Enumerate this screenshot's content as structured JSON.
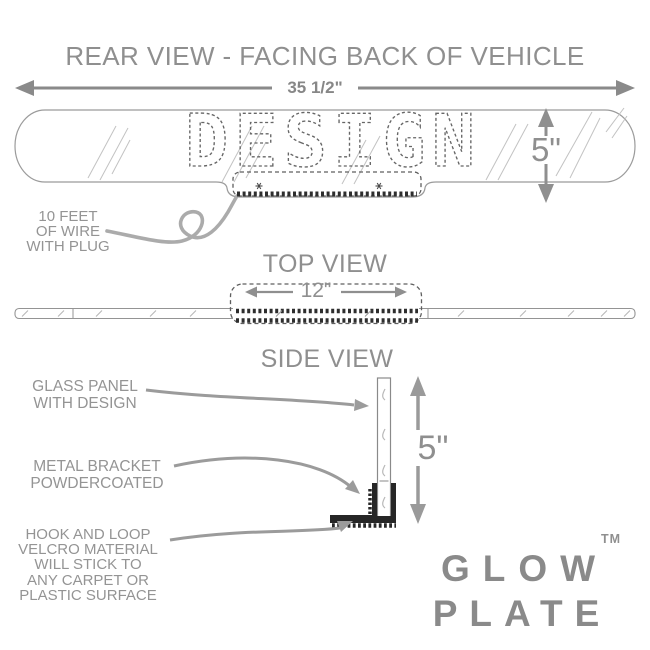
{
  "colors": {
    "background": "#ffffff",
    "text_gray": "#8f8f8f",
    "label_gray": "#949494",
    "line_gray": "#9b9b9b",
    "dashed_dark": "#5f5f5f",
    "bracket_black": "#262626",
    "arrow_gray": "#8f8f8f",
    "logo_gray": "#8a8a8a"
  },
  "rear_view": {
    "title": "REAR VIEW - FACING BACK OF VEHICLE",
    "width_dimension": "35 1/2\"",
    "height_dimension": "5\"",
    "design_text": "DESIGN",
    "wire_label_lines": [
      "10 FEET",
      "OF WIRE",
      "WITH PLUG"
    ]
  },
  "top_view": {
    "title": "TOP VIEW",
    "bracket_width_dimension": "12\""
  },
  "side_view": {
    "title": "SIDE VIEW",
    "height_dimension": "5\"",
    "glass_label_lines": [
      "GLASS PANEL",
      "WITH DESIGN"
    ],
    "bracket_label_lines": [
      "METAL BRACKET",
      "POWDERCOATED"
    ],
    "velcro_label_lines": [
      "HOOK AND LOOP",
      "VELCRO MATERIAL",
      "WILL STICK TO",
      "ANY CARPET OR",
      "PLASTIC SURFACE"
    ]
  },
  "logo": {
    "line1": "GLOW",
    "line2": "PLATE",
    "trademark": "TM"
  }
}
